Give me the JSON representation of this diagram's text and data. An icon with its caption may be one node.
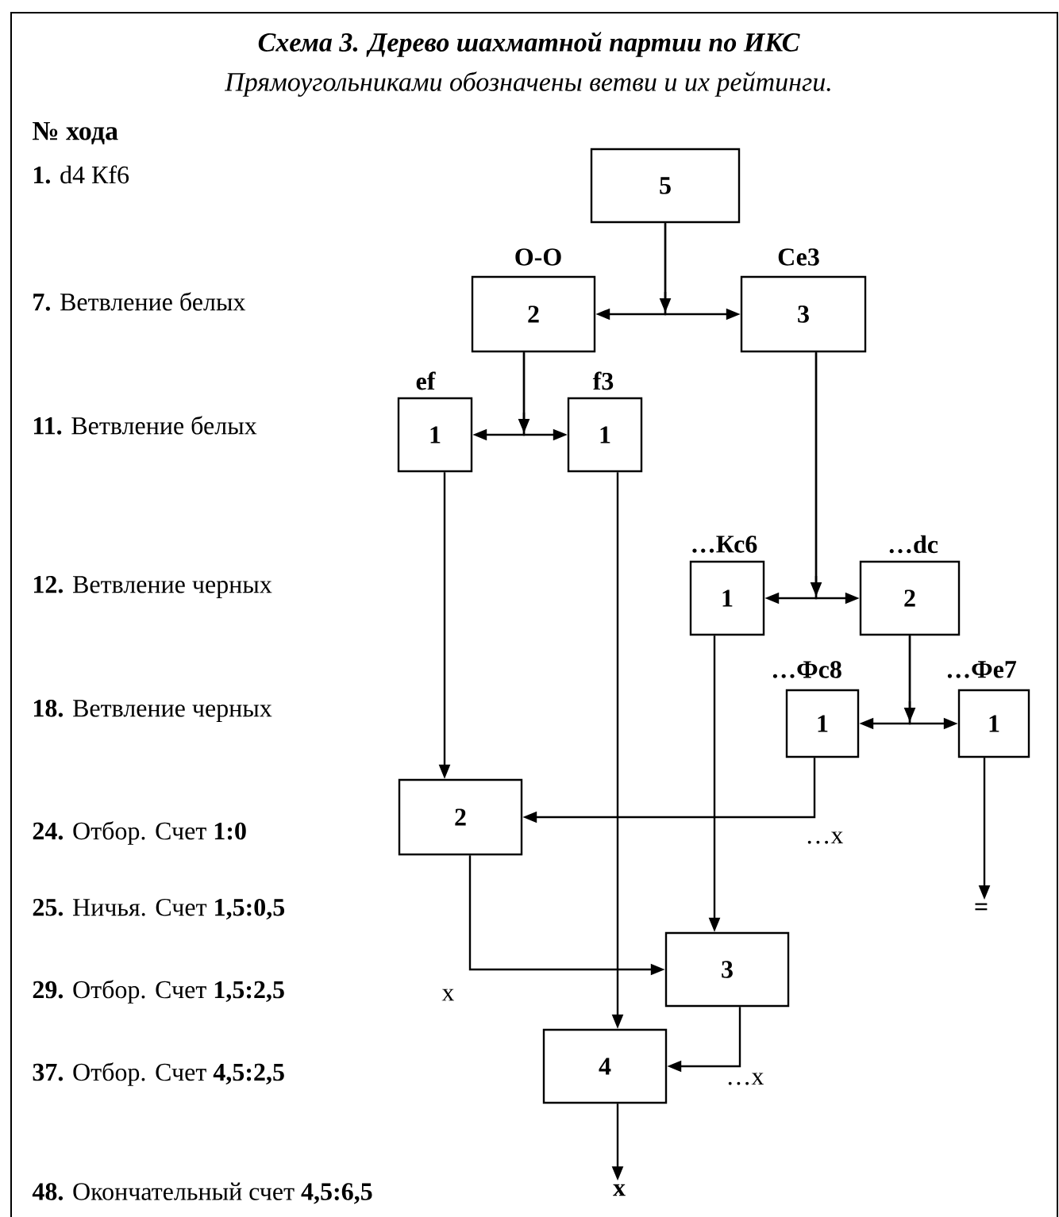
{
  "diagram": {
    "title": "Схема 3. Дерево шахматной партии по ИКС",
    "caption": "Прямоугольниками обозначены ветви и их рейтинги.",
    "nodes": [
      {
        "text": [
          "5"
        ]
      },
      {
        "text": [
          "2"
        ],
        "beside": [
          "O-O"
        ]
      },
      {
        "text": [
          "3"
        ],
        "beside": [
          "Се3"
        ]
      },
      {
        "text": [
          "1"
        ],
        "beside": [
          "ef"
        ]
      },
      {
        "text": [
          "1"
        ],
        "beside": [
          "f3"
        ]
      },
      {
        "text": [
          "1"
        ],
        "beside": [
          "…Кс6"
        ]
      },
      {
        "text": [
          "2"
        ],
        "beside": [
          "…dc"
        ]
      },
      {
        "text": [
          "1"
        ],
        "beside": [
          "…Фс8"
        ]
      },
      {
        "text": [
          "1"
        ],
        "beside": [
          "…Фе7"
        ]
      },
      {
        "text": [
          "2"
        ]
      },
      {
        "text": [
          "3"
        ]
      },
      {
        "text": [
          "4"
        ]
      },
      {
        "text": [
          "="
        ]
      },
      {
        "text": [
          "x"
        ]
      }
    ],
    "edges": [
      {
        "from": 0,
        "to": 1,
        "arrow": "to"
      },
      {
        "from": 0,
        "to": 2,
        "arrow": "to"
      },
      {
        "from": 1,
        "to": 3,
        "arrow": "to"
      },
      {
        "from": 1,
        "to": 4,
        "arrow": "to"
      },
      {
        "from": 2,
        "to": 5,
        "arrow": "to"
      },
      {
        "from": 2,
        "to": 6,
        "arrow": "to"
      },
      {
        "from": 6,
        "to": 7,
        "arrow": "to"
      },
      {
        "from": 6,
        "to": 8,
        "arrow": "to"
      },
      {
        "from": 3,
        "to": 9,
        "arrow": "to"
      },
      {
        "from": 7,
        "to": 9,
        "arrow": "to"
      },
      {
        "from": 4,
        "to": 11,
        "arrow": "to"
      },
      {
        "from": 5,
        "to": 10,
        "arrow": "to"
      },
      {
        "from": 9,
        "to": 10,
        "arrow": "to"
      },
      {
        "from": 10,
        "to": 11,
        "arrow": "to"
      },
      {
        "from": 11,
        "to": 13,
        "arrow": "to"
      },
      {
        "from": 8,
        "to": 12,
        "arrow": "to"
      }
    ],
    "labels": [
      "№ хода",
      "**1.** d4 Кf6",
      "**7.** Ветвление белых",
      "**11.** Ветвление белых",
      "**12.** Ветвление черных",
      "**18.** Ветвление черных",
      "**24.** Отбор. Счет **1:0**",
      "…x",
      "**25.** Ничья. Счет **1,5:0,5**",
      "**29.** Отбор. Счет **1,5:2,5**",
      "x",
      "**37.** Отбор. Счет **4,5:2,5**",
      "…x",
      "**48.** Окончательный счет **4,5:6,5**"
    ]
  }
}
